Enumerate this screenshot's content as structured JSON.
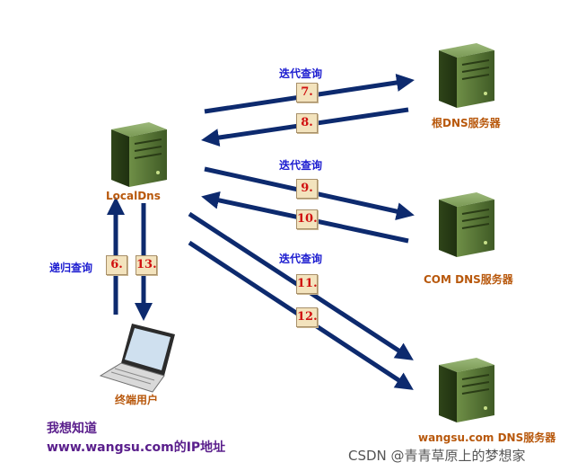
{
  "nodes": {
    "local_dns": "LocalDns",
    "root_dns": "根DNS服务器",
    "com_dns": "COM DNS服务器",
    "wangsu_dns": "wangsu.com DNS服务器",
    "client": "终端用户"
  },
  "labels": {
    "iterative_1": "迭代查询",
    "iterative_2": "迭代查询",
    "iterative_3": "迭代查询",
    "recursive": "递归查询"
  },
  "steps": {
    "s6": "6.",
    "s7": "7.",
    "s8": "8.",
    "s9": "9.",
    "s10": "10.",
    "s11": "11.",
    "s12": "12.",
    "s13": "13."
  },
  "note": {
    "line1": "我想知道",
    "line2": "www.wangsu.com的IP地址"
  },
  "watermark": "CSDN @青青草原上的梦想家",
  "colors": {
    "arrow": "#0d2a6e",
    "server_body": "#4c6a2e",
    "step_text": "#d01010",
    "query_text": "#1d1dd0",
    "server_label": "#b8580c",
    "note_text": "#5a1f8c"
  }
}
